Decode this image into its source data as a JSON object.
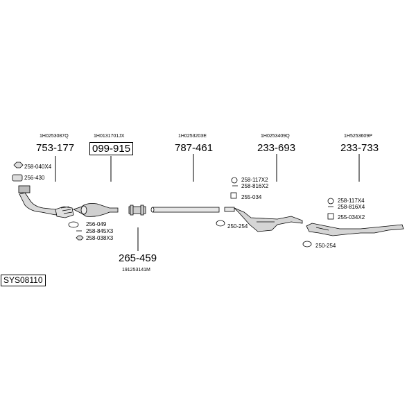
{
  "system_code": "SYS08110",
  "parts": [
    {
      "oem": "1H0253087Q",
      "number": "753-177"
    },
    {
      "oem": "1H0131701JX",
      "number": "099-915"
    },
    {
      "oem": "1H0253203E",
      "number": "787-461"
    },
    {
      "oem": "1H0253409Q",
      "number": "233-693"
    },
    {
      "oem": "1H5253609P",
      "number": "233-733"
    },
    {
      "oem": "191253141M",
      "number": "265-459"
    }
  ],
  "accessories": {
    "a1": "258-040X4",
    "a2": "256-430",
    "a3": "256-049",
    "a4": "258-845X3",
    "a5": "258-038X3",
    "a6": "258-117X2",
    "a7": "258-816X2",
    "a8": "255-034",
    "a9": "250-254",
    "a10": "258-117X4",
    "a11": "258-816X4",
    "a12": "255-034X2",
    "a13": "250-254"
  }
}
